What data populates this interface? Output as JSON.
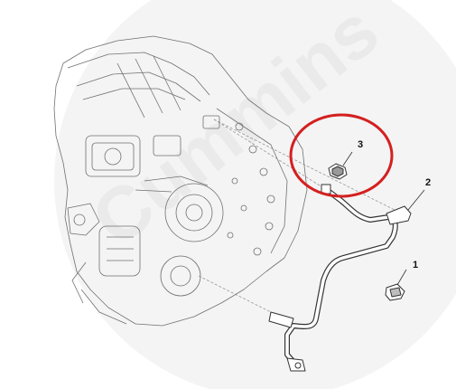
{
  "watermark": {
    "text": "Cummins",
    "color": "#ededed"
  },
  "callouts": [
    {
      "id": "1",
      "label": "1"
    },
    {
      "id": "2",
      "label": "2"
    },
    {
      "id": "3",
      "label": "3"
    }
  ],
  "highlight": {
    "color": "#d42020",
    "target_callout": "3"
  },
  "colors": {
    "line_art": "#3a3a3a",
    "engine_art": "#6e6e6e",
    "background": "#ffffff"
  }
}
